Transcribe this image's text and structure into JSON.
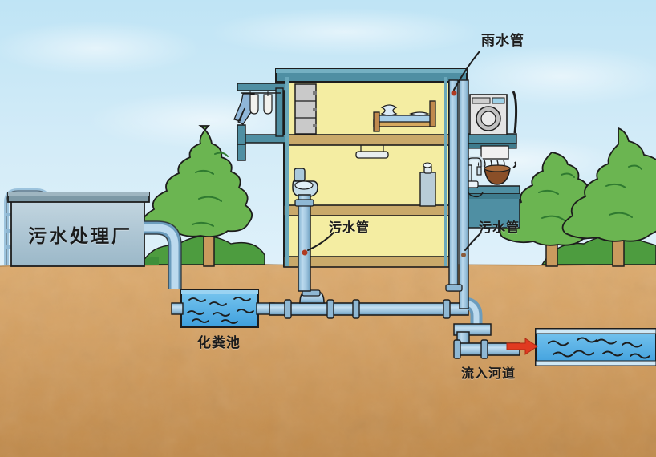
{
  "diagram": {
    "title": "Household drainage schematic",
    "labels": {
      "rainwater_pipe": "雨水管",
      "sewage_plant": "污水处理厂",
      "septic_tank": "化粪池",
      "sewage_pipe_left": "污水管",
      "sewage_pipe_right": "污水管",
      "flow_to_river": "流入河道"
    },
    "colors": {
      "sky_top": "#bfe4f5",
      "sky_bottom": "#d8eef9",
      "soil": "#d9a86c",
      "soil_dark": "#c2894b",
      "pipe": "#9cc3dd",
      "pipe_dark": "#5f93b4",
      "wall": "#f3eda0",
      "roof": "#4f8fa3",
      "floor": "#c9a96a",
      "tree_green": "#6bb551",
      "tree_dark": "#3f8f3a",
      "trunk": "#c08a4e",
      "water": "#55b0e8",
      "arrow_red": "#e03a20",
      "tank_body": "#a9c4d2",
      "marker_red": "#b03a22"
    },
    "elements": {
      "trees_left": 1,
      "trees_right": 2,
      "laundry_items": [
        "pants",
        "sock",
        "sock"
      ],
      "appliances": [
        "washing-machine",
        "cabinet",
        "bed",
        "toilet",
        "sink",
        "wok",
        "water-heater"
      ],
      "pipe_joints": 9,
      "river_waves": 11,
      "marker_dots": 3
    }
  }
}
